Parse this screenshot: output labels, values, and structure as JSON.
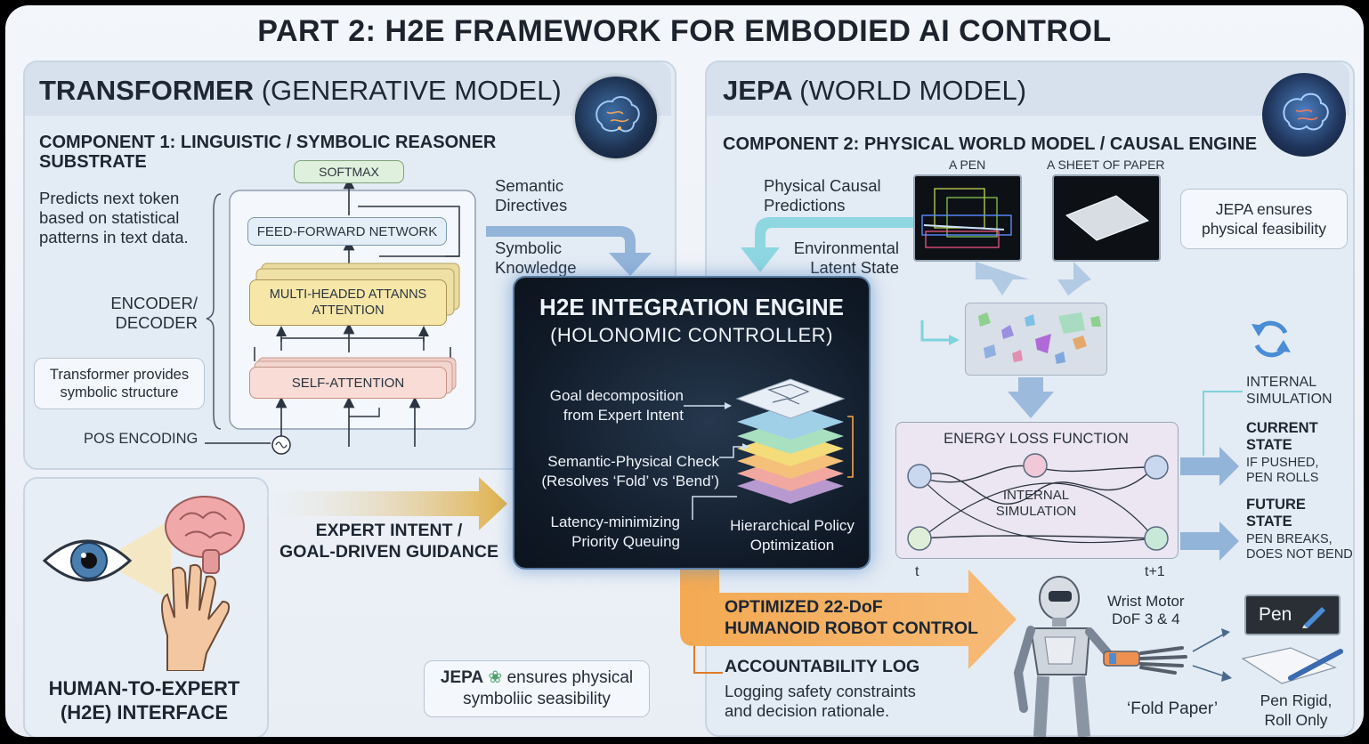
{
  "page": {
    "title": "PART 2: H2E FRAMEWORK FOR EMBODIED AI CONTROL"
  },
  "transformer": {
    "title_bold": "TRANSFORMER",
    "title_light": "(GENERATIVE MODEL)",
    "component_line1": "COMPONENT 1: LINGUISTIC / SYMBOLIC REASONER",
    "component_line2": "SUBSTRATE",
    "predicts": [
      "Predicts next token",
      "based on statistical",
      "patterns in text data."
    ],
    "encdec": [
      "ENCODER/",
      "DECODER"
    ],
    "provides": [
      "Transformer provides",
      "symbolic structure"
    ],
    "pos_encoding": "POS ENCODING",
    "blocks": {
      "softmax": "SOFTMAX",
      "ffn": "FEED-FORWARD NETWORK",
      "mha_line1": "MULTI-HEADED ATTANNS",
      "mha_line2": "ATTENTION",
      "self_attention": "SELF-ATTENTION"
    }
  },
  "directives": {
    "line1": "Semantic",
    "line2": "Directives",
    "line3": "Symbolic",
    "line4": "Knowledge"
  },
  "h2e_interface": {
    "line1": "HUMAN-TO-EXPERT",
    "line2": "(H2E) INTERFACE"
  },
  "expert_intent": {
    "line1": "EXPERT INTENT /",
    "line2": "GOAL-DRIVEN GUIDANCE"
  },
  "jepa_note": {
    "prefix": "JEPA",
    "line1": "ensures physical",
    "line2": "symboliic seasibility"
  },
  "engine": {
    "title": "H2E INTEGRATION ENGINE",
    "subtitle": "(HOLONOMIC CONTROLLER)",
    "goal": [
      "Goal decomposition",
      "from Expert Intent"
    ],
    "check": [
      "Semantic-Physical Check",
      "(Resolves ‘Fold’ vs ‘Bend’)"
    ],
    "latency": [
      "Latency-minimizing",
      "Priority Queuing"
    ],
    "policy": [
      "Hierarchical Policy",
      "Optimization"
    ]
  },
  "jepa": {
    "title_bold": "JEPA",
    "title_light": "(WORLD MODEL)",
    "component": "COMPONENT 2: PHYSICAL WORLD MODEL / CAUSAL ENGINE",
    "pen_label": "A PEN",
    "paper_label": "A SHEET OF PAPER",
    "causal": [
      "Physical Causal",
      "Predictions"
    ],
    "env": [
      "Environmental",
      "Latent State"
    ],
    "feasibility": [
      "JEPA ensures",
      "physical feasibility"
    ],
    "energy_title": "ENERGY LOSS FUNCTION",
    "internal_sim": [
      "INTERNAL",
      "SIMULATION"
    ],
    "t_label": "t",
    "t1_label": "t+1",
    "internal_sim_right": [
      "INTERNAL",
      "SIMULATION"
    ],
    "current_state": [
      "CURRENT",
      "STATE"
    ],
    "current_desc": [
      "IF PUSHED,",
      "PEN ROLLS"
    ],
    "future_state": [
      "FUTURE",
      "STATE"
    ],
    "future_desc": [
      "PEN BREAKS,",
      "DOES NOT BEND"
    ]
  },
  "output": {
    "optimized_line1": "OPTIMIZED 22-DoF",
    "optimized_line2": "HUMANOID ROBOT CONTROL",
    "log_title": "ACCOUNTABILITY LOG",
    "log_line1": "Logging safety constraints",
    "log_line2": "and decision rationale.",
    "wrist": [
      "Wrist Motor",
      "DoF 3 & 4"
    ],
    "fold": "‘Fold Paper’",
    "pen_card": "Pen",
    "pen_rigid": [
      "Pen Rigid,",
      "Roll Only"
    ]
  },
  "colors": {
    "accent_orange": "#f39a3a",
    "accent_blue": "#8aaed6",
    "engine_bg": "#101a27",
    "accent_teal": "#7fd3dc"
  }
}
